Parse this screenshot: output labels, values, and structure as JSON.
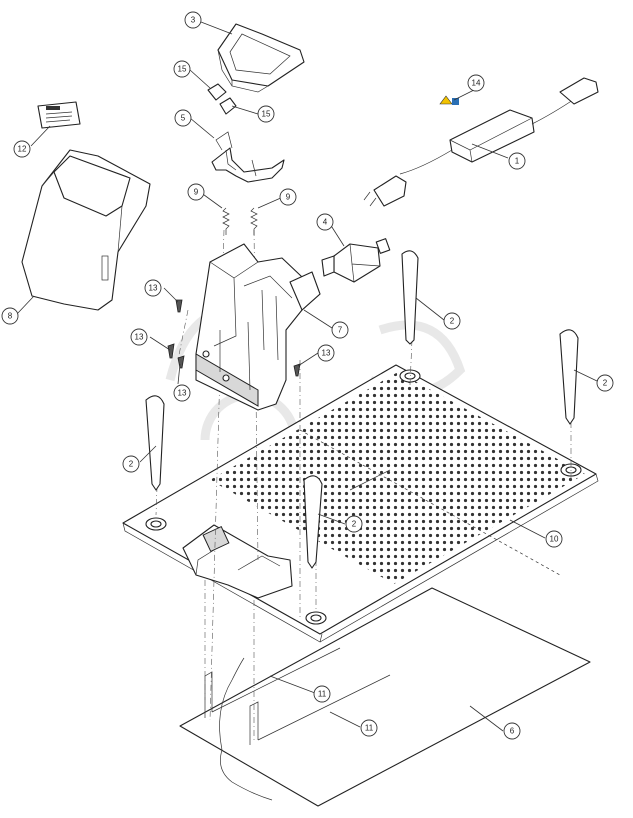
{
  "diagram": {
    "callouts": {
      "c1": "1",
      "c2a": "2",
      "c2b": "2",
      "c2c": "2",
      "c2d": "2",
      "c3": "3",
      "c4": "4",
      "c5": "5",
      "c6": "6",
      "c7": "7",
      "c8": "8",
      "c9a": "9",
      "c9b": "9",
      "c10": "10",
      "c11a": "11",
      "c11b": "11",
      "c12": "12",
      "c13a": "13",
      "c13b": "13",
      "c13c": "13",
      "c13d": "13",
      "c14": "14",
      "c15a": "15",
      "c15b": "15"
    },
    "colors": {
      "line": "#222222",
      "fill": "#ffffff",
      "shade": "#d8d8d8",
      "watermark": "#e6e6e6"
    }
  }
}
